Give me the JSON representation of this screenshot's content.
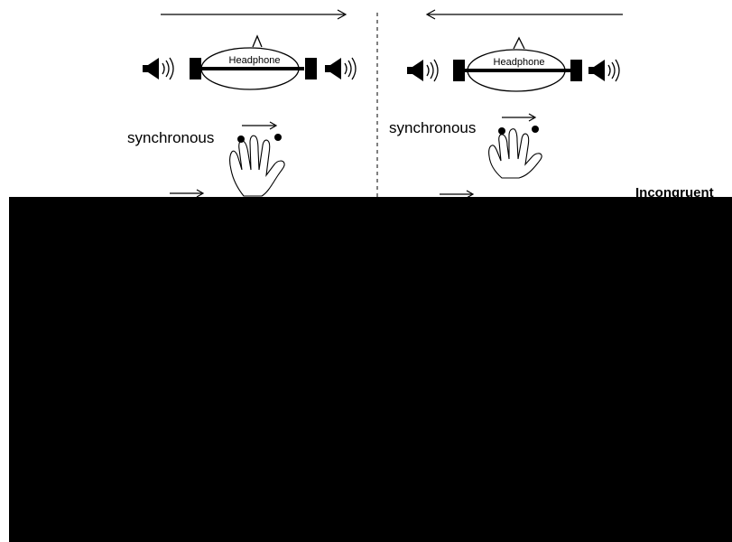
{
  "panels": [
    {
      "id": "left",
      "headphone_label": "Headphone",
      "motion_label": "synchronous",
      "sound_direction": "left-to-right",
      "tactile_direction": "left-to-right"
    },
    {
      "id": "right",
      "headphone_label": "Headphone",
      "motion_label": "synchronous",
      "sound_direction": "right-to-left",
      "tactile_direction": "left-to-right"
    }
  ],
  "condition_label": "Incongruent",
  "colors": {
    "background": "#ffffff",
    "ink": "#000000",
    "occluder": "#000000"
  },
  "icons": [
    "speaker-icon",
    "headphone-icon",
    "hand-icon",
    "arrow-icon"
  ]
}
